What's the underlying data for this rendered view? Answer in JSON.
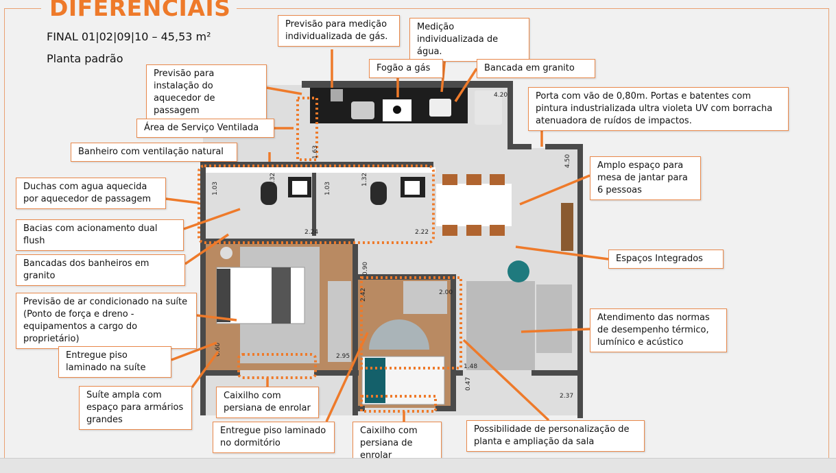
{
  "header": {
    "title": "DIFERENCIAIS",
    "subtitle": "FINAL 01|02|09|10 – 45,53 m²",
    "plan_type": "Planta padrão"
  },
  "callouts": [
    "Previsão para medição individualizada de gás.",
    "Medição individualizada de água.",
    "Fogão a gás",
    "Bancada em granito",
    "Previsão para instalação do aquecedor de passagem",
    "Porta com vão de 0,80m. Portas e batentes com pintura industrializada ultra violeta UV com borracha atenuadora de ruídos de impactos.",
    "Área de Serviço Ventilada",
    "Banheiro com ventilação natural",
    "Amplo espaço para mesa de jantar para 6 pessoas",
    "Duchas com agua aquecida por aquecedor de passagem",
    "Bacias com acionamento dual flush",
    "Espaços Integrados",
    "Bancadas dos banheiros em granito",
    "Previsão de ar condicionado na suíte (Ponto de força e dreno - equipamentos a cargo do proprietário)",
    "Atendimento das normas de desempenho térmico, lumínico e acústico",
    "Entregue piso laminado na suíte",
    "Suíte ampla com espaço para armários grandes",
    "Caixilho com persiana de enrolar",
    "Entregue piso laminado no dormitório",
    "Caixilho com persiana de enrolar",
    "Possibilidade de personalização de planta e ampliação da sala"
  ],
  "dimensions": [
    "4.20",
    "4.50",
    "1.63",
    "1.32",
    "1.03",
    "1.03",
    "1.32",
    "2.24",
    "2.22",
    "0.90",
    "2.42",
    "2.00",
    "2.95",
    "0.60",
    "0.47",
    "2.37",
    "1.48"
  ],
  "colors": {
    "accent": "#ee7a2a",
    "wall": "#4a4a4a",
    "floor": "#dcdcdc",
    "wood": "#b7835a"
  }
}
